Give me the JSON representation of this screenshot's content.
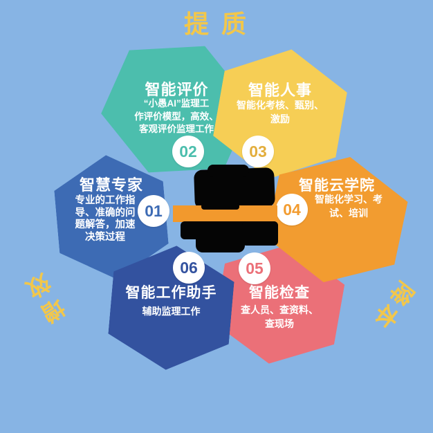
{
  "canvas": {
    "background_color": "#87B4E4"
  },
  "header": {
    "title": "提 质",
    "title_color": "#F2C74B"
  },
  "side_labels": {
    "left_word": "增效",
    "right_word": "降本",
    "left_chars": [
      "效",
      "增"
    ],
    "right_chars": [
      "降",
      "本"
    ],
    "color": "#F2C74B"
  },
  "center": {
    "band_color": "#F2992D",
    "blob_color": "#050505"
  },
  "petals": [
    {
      "number": "01",
      "title": "智慧专家",
      "body": "专业的工作指\n导、准确的问\n题解答，加速\n决策过程",
      "color": "#3D6BB4"
    },
    {
      "number": "02",
      "title": "智能评价",
      "body": "“小愚AI”监理工\n作评价模型，高效、\n客观评价监理工作",
      "color": "#4CBEAD"
    },
    {
      "number": "03",
      "title": "智能人事",
      "body": "智能化考核、甄别、\n激励",
      "color": "#F6CE55"
    },
    {
      "number": "04",
      "title": "智能云学院",
      "body": "智能化学习、考\n试、培训",
      "color": "#F29C30"
    },
    {
      "number": "05",
      "title": "智能检查",
      "body": "查人员、查资料、\n查现场",
      "color": "#EB7078"
    },
    {
      "number": "06",
      "title": "智能工作助手",
      "body": "辅助监理工作",
      "color": "#33529F"
    }
  ]
}
